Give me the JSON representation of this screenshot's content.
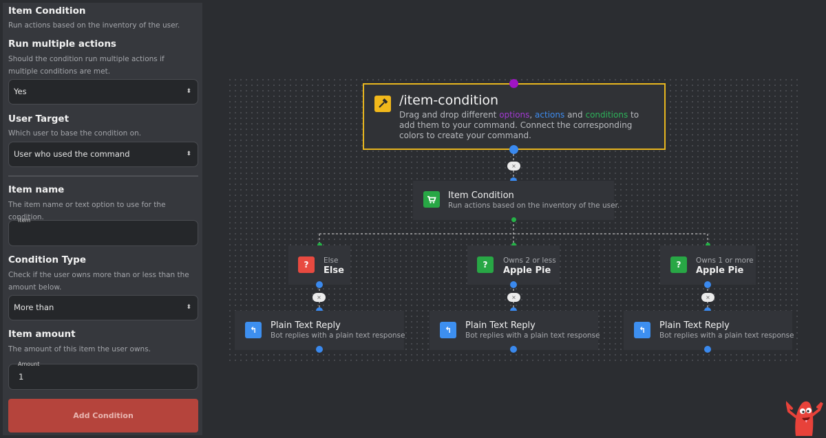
{
  "sidebar": {
    "section_title": "Item Condition",
    "section_desc": "Run actions based on the inventory of the user.",
    "run_multiple": {
      "title": "Run multiple actions",
      "desc": "Should the condition run multiple actions if multiple conditions are met.",
      "value": "Yes"
    },
    "user_target": {
      "title": "User Target",
      "desc": "Which user to base the condition on.",
      "value": "User who used the command"
    },
    "item_name": {
      "title": "Item name",
      "desc": "The item name or text option to use for the condition.",
      "label": "Item",
      "value": ""
    },
    "condition_type": {
      "title": "Condition Type",
      "desc": "Check if the user owns more than or less than the amount below.",
      "value": "More than"
    },
    "item_amount": {
      "title": "Item amount",
      "desc": "The amount of this item the user owns.",
      "label": "Amount",
      "value": "1"
    },
    "add_button": "Add Condition"
  },
  "canvas": {
    "root": {
      "title": "/item-condition",
      "desc_1": "Drag and drop different ",
      "desc_options": "options",
      "desc_2": ", ",
      "desc_actions": "actions",
      "desc_3": " and ",
      "desc_conditions": "conditions",
      "desc_4": " to add them to your command. Connect the corresponding colors to create your command."
    },
    "condition_node": {
      "title": "Item Condition",
      "desc": "Run actions based on the inventory of the user."
    },
    "branches": [
      {
        "small": "Else",
        "title": "Else"
      },
      {
        "small": "Owns 2 or less",
        "title": "Apple Pie"
      },
      {
        "small": "Owns 1 or more",
        "title": "Apple Pie"
      }
    ],
    "replies": [
      {
        "title": "Plain Text Reply",
        "desc": "Bot replies with a plain text response"
      },
      {
        "title": "Plain Text Reply",
        "desc": "Bot replies with a plain text response"
      },
      {
        "title": "Plain Text Reply",
        "desc": "Bot replies with a plain text response"
      }
    ],
    "delete_glyph": "×"
  },
  "colors": {
    "root_border": "#e9b71f",
    "options": "#a33ad3",
    "actions": "#3e8cf0",
    "conditions": "#2db35a",
    "add_button": "#b5443c"
  },
  "icons": {
    "root": "hammer-icon",
    "condition": "cart-icon",
    "branch_else": "question-icon",
    "branch": "question-icon",
    "reply": "reply-icon"
  }
}
